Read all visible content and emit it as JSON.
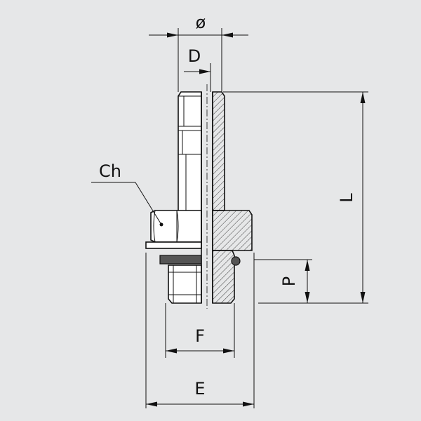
{
  "labels": {
    "diameter": "ø",
    "d": "D",
    "ch": "Ch",
    "l": "L",
    "p": "P",
    "f": "F",
    "e": "E"
  },
  "colors": {
    "background": "#e6e7e8",
    "line": "#111111",
    "part": "#ffffff",
    "seal": "#555555"
  }
}
